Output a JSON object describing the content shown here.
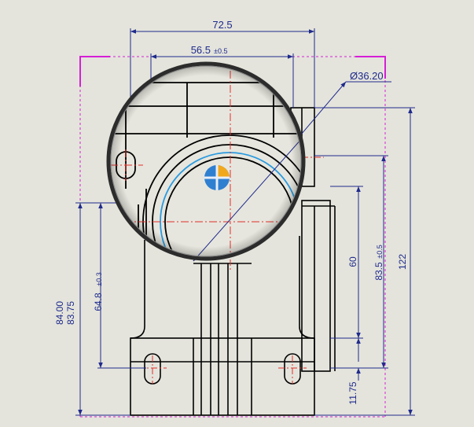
{
  "colors": {
    "background": "#e4e4dc",
    "geometry": "#000000",
    "dimension": "#1f2a8c",
    "centerline": "#e0302a",
    "selection": "#d61fd6",
    "highlight_circle": "#2a9adf",
    "origin_blue": "#2f7fd1",
    "origin_orange": "#f2a81d"
  },
  "dimensions": {
    "top_width": "72.5",
    "inner_width": "56.5",
    "inner_width_tol": "±0.5",
    "diameter": "Ø36.20",
    "right_60": "60",
    "right_83_5": "83.5",
    "right_83_5_tol": "±0.5",
    "right_122": "122",
    "left_64_8": "64.8",
    "left_64_8_tol": "±0.3",
    "left_84_00": "84.00",
    "left_83_75": "83.75",
    "bottom_11_75": "11.75"
  },
  "icons": {
    "magnifier": "magnifier-lens-icon",
    "origin": "origin-marker-icon"
  }
}
